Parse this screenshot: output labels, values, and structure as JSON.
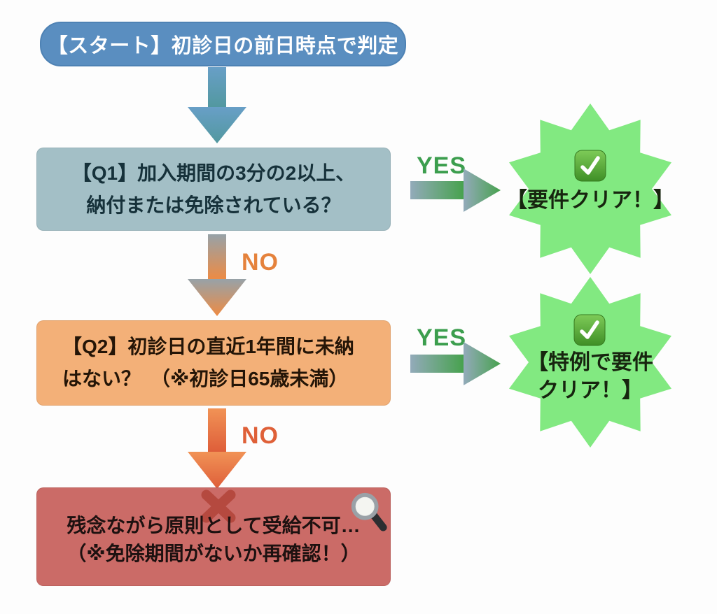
{
  "colors": {
    "canvas_bg": "#fdfdfd",
    "start_bg": "#5a8ec0",
    "start_border": "#4e82b4",
    "start_text": "#ffffff",
    "q1_bg": "#a3bfc6",
    "q1_text": "#16313a",
    "q2_bg": "#f3b078",
    "q2_text": "#241507",
    "fail_bg": "#cb6b67",
    "fail_text": "#1d1110",
    "star_bg": "#82e981",
    "star_text": "#17250f",
    "yes_green": "#3c9e4e",
    "no_orange": "#e5823c",
    "no_red": "#df6038",
    "cross_red": "#b5493f"
  },
  "flow": {
    "start": {
      "label": "【スタート】初診日の前日時点で判定"
    },
    "q1": {
      "line1": "【Q1】加入期間の3分の2以上、",
      "line2": "納付または免除されている？",
      "yes_label": "YES",
      "no_label": "NO"
    },
    "result1": {
      "check_icon": "✅",
      "label": "【要件クリア！】"
    },
    "q2": {
      "line1": "【Q2】初診日の直近1年間に未納",
      "line2": "はない？　（※初診日65歳未満）",
      "yes_label": "YES",
      "no_label": "NO"
    },
    "result2": {
      "check_icon": "✅",
      "line1": "【特例で要件",
      "line2": "クリア！】"
    },
    "fail": {
      "cross_icon": "❌",
      "magnifier_icon": "🔍",
      "line1": "残念ながら原則として受給不可…",
      "line2": "（※免除期間がないか再確認！）"
    }
  }
}
